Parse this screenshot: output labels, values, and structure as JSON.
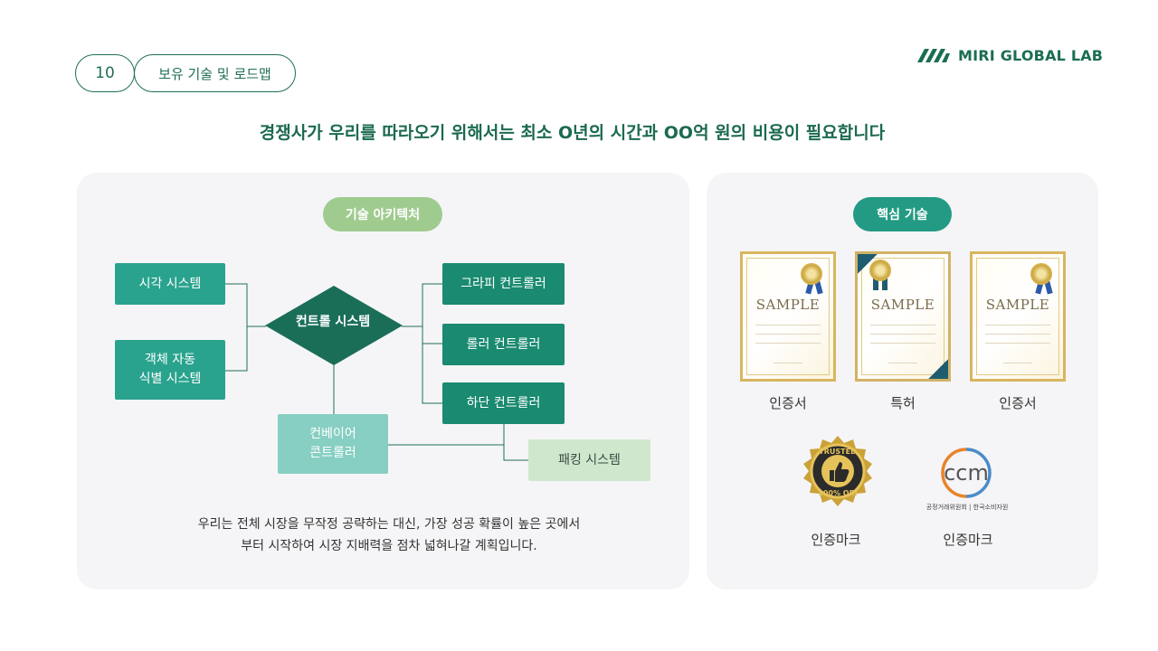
{
  "header": {
    "page_number": "10",
    "section_title": "보유 기술 및 로드맵",
    "brand": "MIRI GLOBAL LAB"
  },
  "headline": "경쟁사가 우리를 따라오기 위해서는 최소 O년의 시간과 OO억 원의 비용이 필요합니다",
  "architecture": {
    "badge": "기술 아키텍처",
    "nodes": {
      "vision": "시각 시스템",
      "object_1": "객체 자동",
      "object_2": "식별 시스템",
      "control": "컨트롤 시스템",
      "graphic": "그라피 컨트롤러",
      "roller": "롤러 컨트롤러",
      "lower": "하단 컨트롤러",
      "conveyor_1": "컨베이어",
      "conveyor_2": "콘트롤러",
      "packing": "패킹 시스템"
    },
    "description_1": "우리는 전체 시장을 무작정 공략하는 대신, 가장 성공 확률이 높은 곳에서",
    "description_2": "부터 시작하여 시장 지배력을 점차 넓혀나갈 계획입니다."
  },
  "core_tech": {
    "badge": "핵심 기술",
    "certificates": [
      {
        "sample": "SAMPLE",
        "label": "인증서"
      },
      {
        "sample": "SAMPLE",
        "label": "특허"
      },
      {
        "sample": "SAMPLE",
        "label": "인증서"
      }
    ],
    "marks": [
      {
        "badge_top": "TRUSTED",
        "badge_bottom": "100% ORI",
        "label": "인증마크"
      },
      {
        "logo": "ccm",
        "caption": "공정거래위원회 | 한국소비자원",
        "label": "인증마크"
      }
    ]
  },
  "colors": {
    "brand_green": "#1b6e50",
    "teal": "#2aa38e",
    "dark_teal": "#1a8a70",
    "light_teal": "#86cfc2",
    "pale_green": "#cfe8cd",
    "badge_green": "#9fcb8f",
    "gold": "#d8b55e"
  }
}
